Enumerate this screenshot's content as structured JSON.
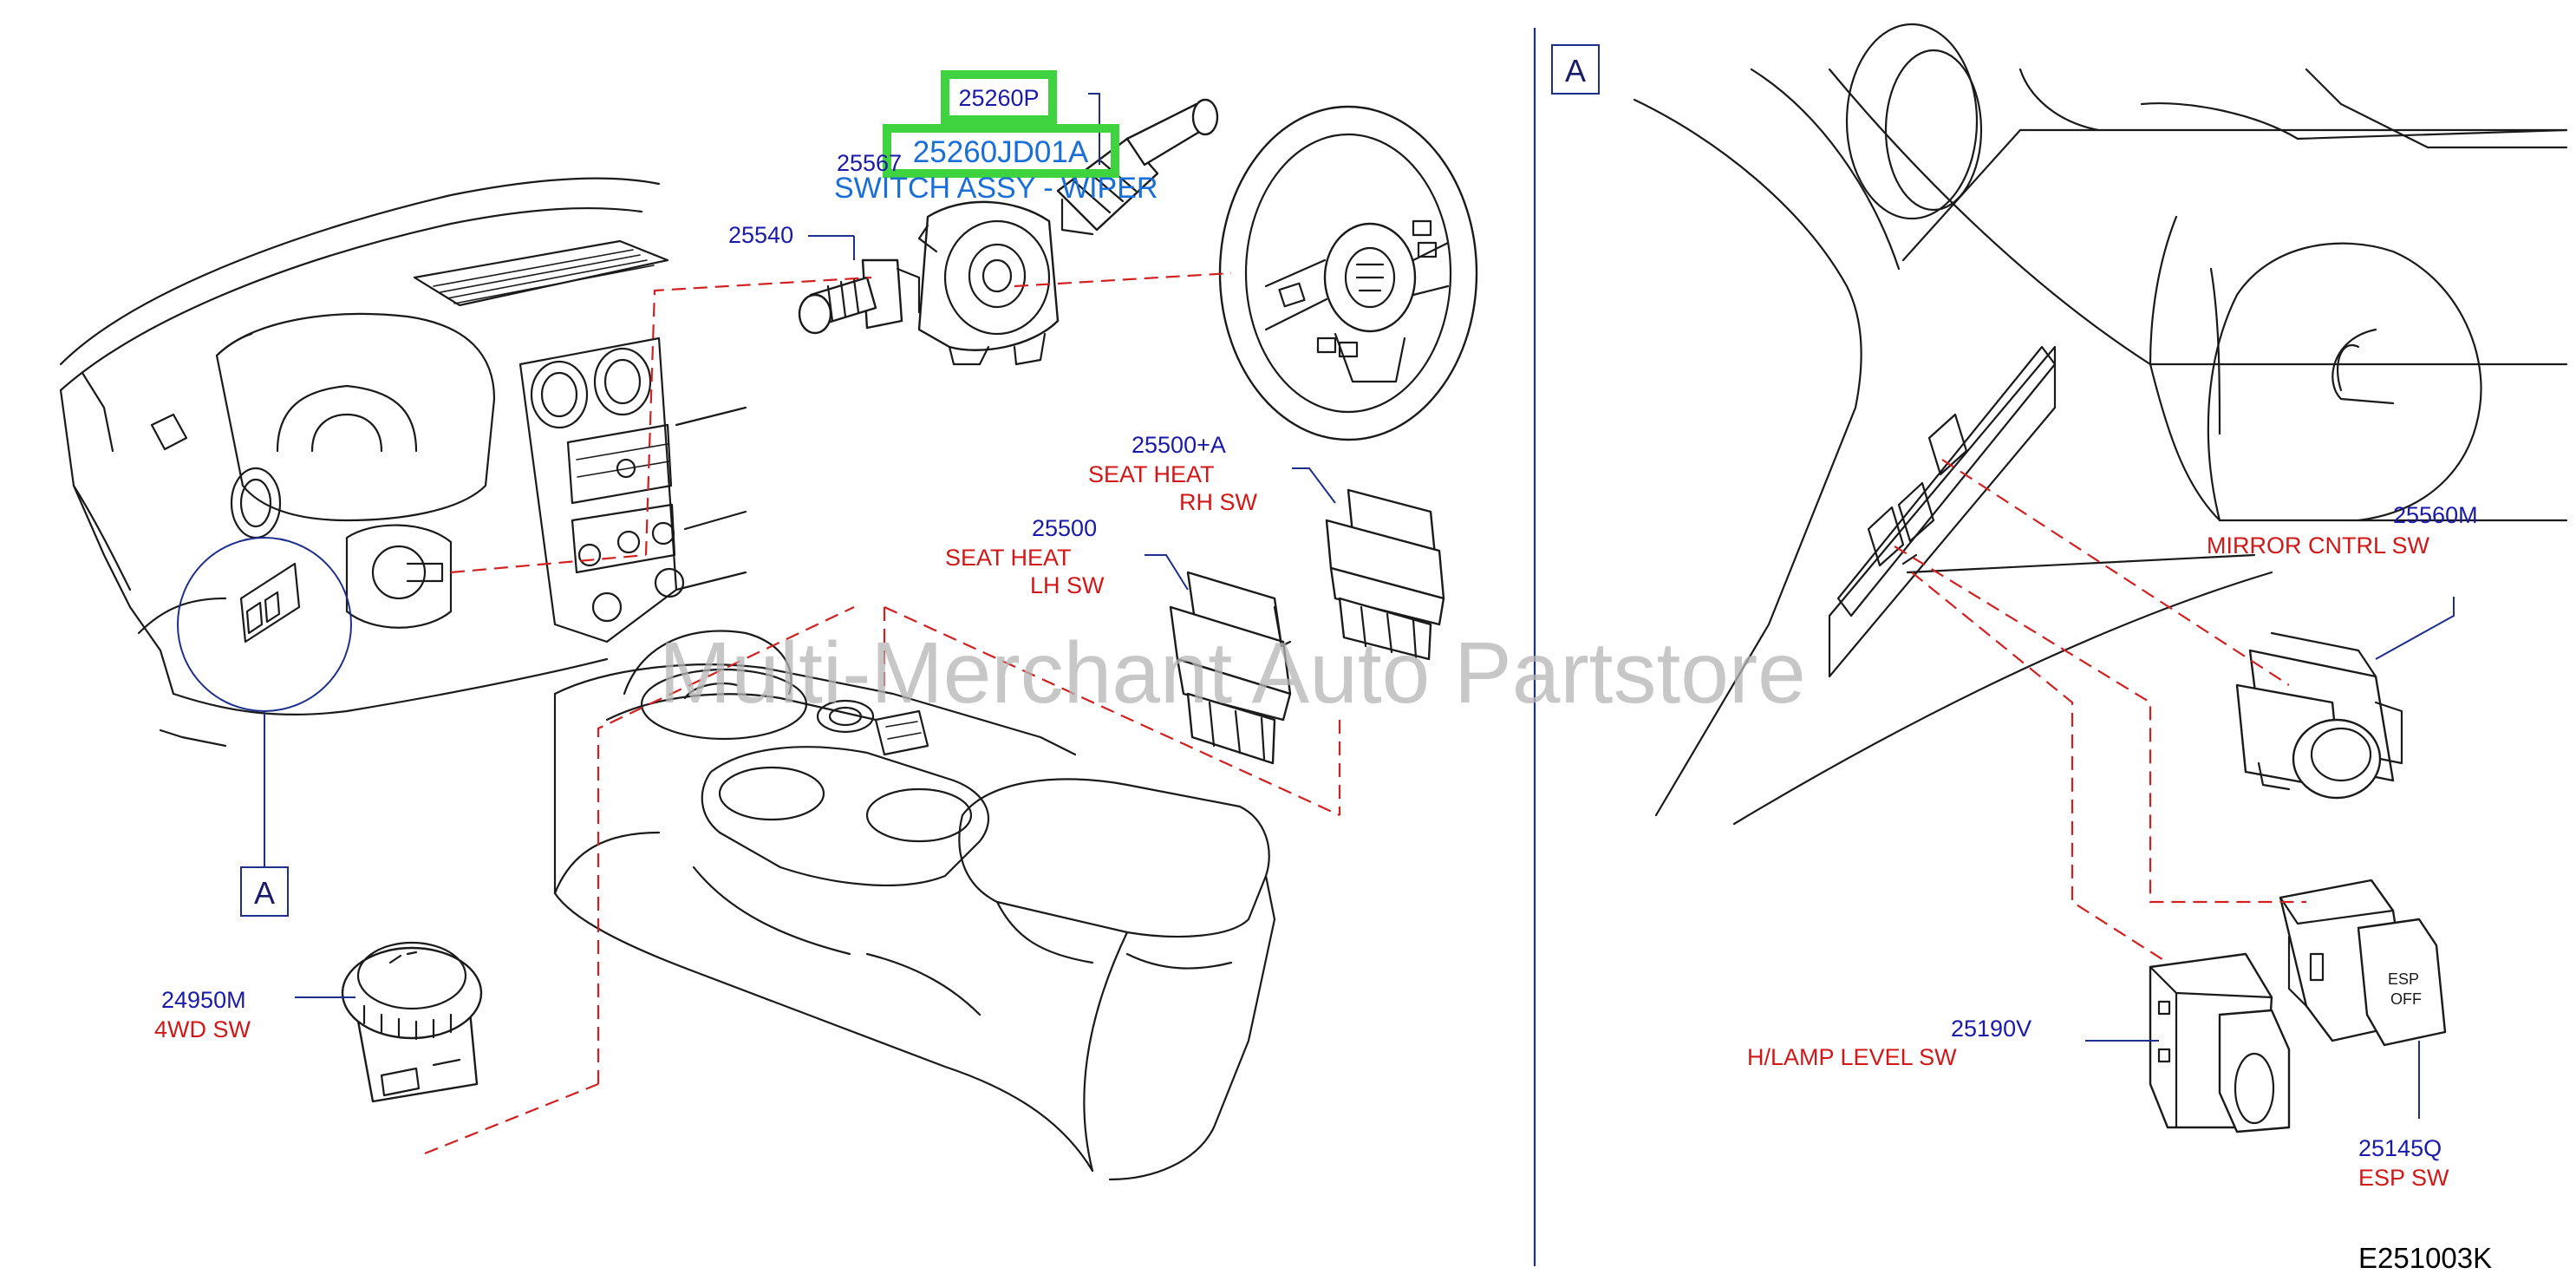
{
  "sections": {
    "left_ref_letter": "A",
    "right_ref_letter": "A"
  },
  "labels": {
    "p25260P": "25260P",
    "p25260JD01A": "25260JD01A",
    "p25567": "25567",
    "switch_assy_wiper": "SWITCH ASSY - WIPER",
    "p25540": "25540",
    "p25500A": "25500+A",
    "seat_heat_rh_1": "SEAT   HEAT",
    "seat_heat_rh_2": "RH   SW",
    "p25500": "25500",
    "seat_heat_lh_1": "SEAT   HEAT",
    "seat_heat_lh_2": "LH   SW",
    "p24950M": "24950M",
    "wd_sw": "4WD   SW",
    "p25560M": "25560M",
    "mirror_cntrl_sw": "MIRROR   CNTRL   SW",
    "p25190V": "25190V",
    "hlamp_level_sw": "H/LAMP   LEVEL   SW",
    "p25145Q": "25145Q",
    "esp_sw": "ESP   SW",
    "esp_button_1": "ESP",
    "esp_button_2": "OFF"
  },
  "diagram_code": "E251003K",
  "watermark": "Multi-Merchant Auto Partstore",
  "colors": {
    "part_number": "#1a1aa8",
    "part_description": "#d01818",
    "highlight_box": "#3fd43f",
    "highlight_text": "#1a6ed8",
    "dashed_leader": "#d22020",
    "frame": "#1d2f8a"
  }
}
